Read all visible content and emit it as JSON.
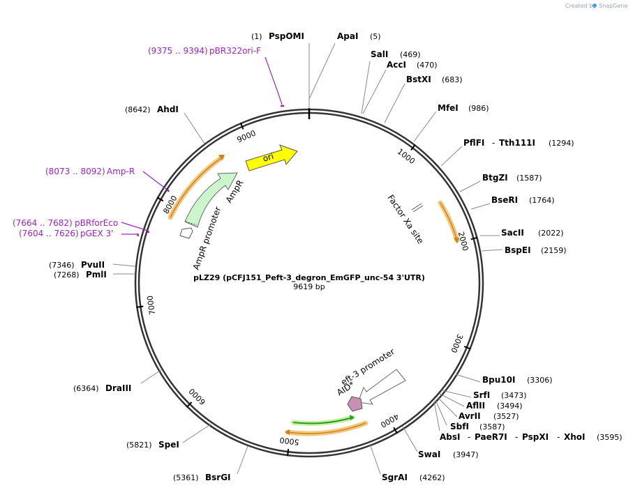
{
  "credit": "Created by",
  "credit_brand": "SnapGene",
  "plasmid": {
    "name": "pLZ29 (pCFJ151_Peft-3_degron_EmGFP_unc-54 3'UTR)",
    "length": "9619 bp"
  },
  "ticks": [
    "1000",
    "2000",
    "3000",
    "4000",
    "5000",
    "6000",
    "7000",
    "8000",
    "9000"
  ],
  "enzymes": [
    {
      "name": "PspOMI",
      "pos": "(1)"
    },
    {
      "name": "ApaI",
      "pos": "(5)"
    },
    {
      "name": "SalI",
      "pos": "(469)"
    },
    {
      "name": "AccI",
      "pos": "(470)"
    },
    {
      "name": "BstXI",
      "pos": "(683)"
    },
    {
      "name": "MfeI",
      "pos": "(986)"
    },
    {
      "name": "PflFI",
      "sep": "-",
      "name2": "Tth111I",
      "pos": "(1294)"
    },
    {
      "name": "BtgZI",
      "pos": "(1587)"
    },
    {
      "name": "BseRI",
      "pos": "(1764)"
    },
    {
      "name": "SacII",
      "pos": "(2022)"
    },
    {
      "name": "BspEI",
      "pos": "(2159)"
    },
    {
      "name": "Bpu10I",
      "pos": "(3306)"
    },
    {
      "name": "SrfI",
      "pos": "(3473)"
    },
    {
      "name": "AflII",
      "pos": "(3494)"
    },
    {
      "name": "AvrII",
      "pos": "(3527)"
    },
    {
      "name": "SbfI",
      "pos": "(3587)"
    },
    {
      "name": "AbsI",
      "sep": "-",
      "name2": "PaeR7I",
      "sep2": "-",
      "name3": "PspXI",
      "sep3": "-",
      "name4": "XhoI",
      "pos": "(3595)"
    },
    {
      "name": "SwaI",
      "pos": "(3947)"
    },
    {
      "name": "SgrAI",
      "pos": "(4262)"
    },
    {
      "name": "BsrGI",
      "pos": "(5361)"
    },
    {
      "name": "SpeI",
      "pos": "(5821)"
    },
    {
      "name": "DraIII",
      "pos": "(6364)"
    },
    {
      "name": "PmlI",
      "pos": "(7268)"
    },
    {
      "name": "PvuII",
      "pos": "(7346)"
    },
    {
      "name": "AhdI",
      "pos": "(8642)"
    }
  ],
  "primers": [
    {
      "range": "(9375 .. 9394)",
      "name": "pBR322ori-F"
    },
    {
      "range": "(8073 .. 8092)",
      "name": "Amp-R"
    },
    {
      "range": "(7664 .. 7682)",
      "name": "pBRforEco"
    },
    {
      "range": "(7604 .. 7626)",
      "name": "pGEX 3'"
    }
  ],
  "features": {
    "ori": "ori",
    "ampr": "AmpR",
    "ampr_promoter": "AmpR promoter",
    "factor_xa": "Factor Xa site",
    "eft3_promoter": "eft-3 promoter",
    "aid": "AID*"
  },
  "colors": {
    "backbone": "#333333",
    "ori": "#ffff00",
    "ampr": "#ccf5cc",
    "aid": "#c98fb4",
    "orange_highlight": "#f5c77e",
    "orange_arrow": "#c8841a",
    "green_arrow": "#2a9a2a",
    "green_highlight": "#c7f0a0",
    "primer": "#a020c8"
  }
}
